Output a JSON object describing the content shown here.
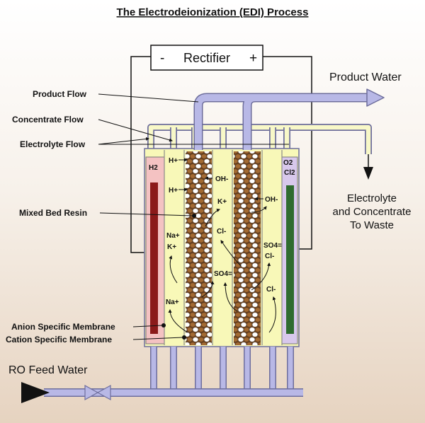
{
  "title": "The Electrodeionization (EDI) Process",
  "rectifier": {
    "minus": "-",
    "label": "Rectifier",
    "plus": "+"
  },
  "outputs": {
    "product_water": "Product Water",
    "waste_line1": "Electrolyte",
    "waste_line2": "and Concentrate",
    "waste_line3": "To Waste"
  },
  "labels": {
    "product_flow": "Product Flow",
    "concentrate_flow": "Concentrate Flow",
    "electrolyte_flow": "Electrolyte Flow",
    "mixed_bed_resin": "Mixed Bed Resin",
    "anion_membrane": "Anion Specific Membrane",
    "cation_membrane": "Cation Specific Membrane",
    "feed_water": "RO Feed Water"
  },
  "electrodes": {
    "cathode_gas": "H2",
    "anode_gas1": "O2",
    "anode_gas2": "Cl2"
  },
  "ions": {
    "h_plus_1": "H+",
    "h_plus_2": "H+",
    "oh_minus_1": "OH-",
    "oh_minus_2": "OH-",
    "k_plus_center": "K+",
    "na_plus_left": "Na+",
    "k_plus_left": "K+",
    "na_plus_low": "Na+",
    "cl_minus_center": "Cl-",
    "so4_center": "SO4=",
    "so4_right": "SO4=",
    "cl_minus_right1": "Cl-",
    "cl_minus_right2": "Cl-"
  },
  "colors": {
    "pipe": "#b8b8e6",
    "pipe_edge": "#7070a8",
    "chamber": "#f8f8b8",
    "cathode_chamber": "#f4c2c2",
    "cathode": "#8b1a1a",
    "anode_chamber": "#d8c8ec",
    "anode": "#2f6b2f",
    "resin_brown": "#8a5a2b",
    "resin_white": "#ffffff"
  }
}
